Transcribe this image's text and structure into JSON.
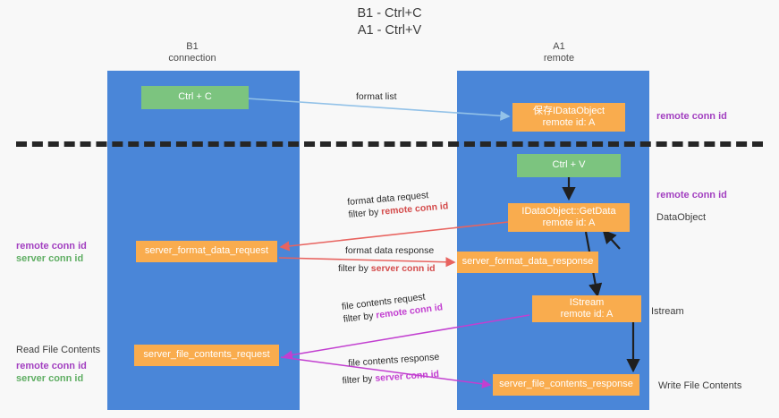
{
  "title": {
    "line1": "B1 - Ctrl+C",
    "line2": "A1 - Ctrl+V"
  },
  "columns": [
    {
      "name": "B1",
      "sub": "connection"
    },
    {
      "name": "A1",
      "sub": "remote"
    }
  ],
  "nodes": {
    "ctrl_c": {
      "label": "Ctrl + C"
    },
    "ctrl_v": {
      "label": "Ctrl + V"
    },
    "idataobject_top": {
      "line1": "保存IDataObject",
      "line2": "remote id: A"
    },
    "getdata": {
      "line1": "IDataObject::GetData",
      "line2": "remote id: A"
    },
    "istream": {
      "line1": "IStream",
      "line2": "remote id: A"
    },
    "server_format_data_request": {
      "label": "server_format_data_request"
    },
    "server_format_data_response": {
      "label": "server_format_data_response"
    },
    "server_file_contents_request": {
      "label": "server_file_contents_request"
    },
    "server_file_contents_response": {
      "label": "server_file_contents_response"
    }
  },
  "edges": {
    "format_list": {
      "label": "format list"
    },
    "format_data_request": {
      "line1": "format data request",
      "prefix": "filter by ",
      "key": "remote conn id"
    },
    "format_data_response": {
      "line1": "format data response",
      "prefix": "filter by ",
      "key": "server conn id"
    },
    "file_contents_request": {
      "line1": "file contents request",
      "prefix": "filter by ",
      "key": "remote conn id"
    },
    "file_contents_response": {
      "line1": "file contents response",
      "prefix": "filter by ",
      "key": "server conn id"
    }
  },
  "annotations": {
    "right_remote_conn_id_top": "remote conn id",
    "right_remote_conn_id_mid": "remote conn id",
    "right_dataobject": "DataObject",
    "right_istream": "Istream",
    "right_write_file_contents": "Write File Contents",
    "left_remote_conn_id_mid": "remote conn id",
    "left_server_conn_id_mid": "server conn id",
    "left_read_file_contents": "Read File Contents",
    "left_remote_conn_id_bottom": "remote conn id",
    "left_server_conn_id_bottom": "server conn id"
  },
  "colors": {
    "lane": "#4a86d8",
    "green_node": "#7cc47f",
    "orange_node": "#f9ac4e",
    "purple_text": "#a23fc0",
    "green_text": "#5fae63",
    "red_arrow": "#e8635f",
    "magenta_arrow": "#c23fd0",
    "blue_arrow": "#93c2e8",
    "divider": "#262626"
  }
}
